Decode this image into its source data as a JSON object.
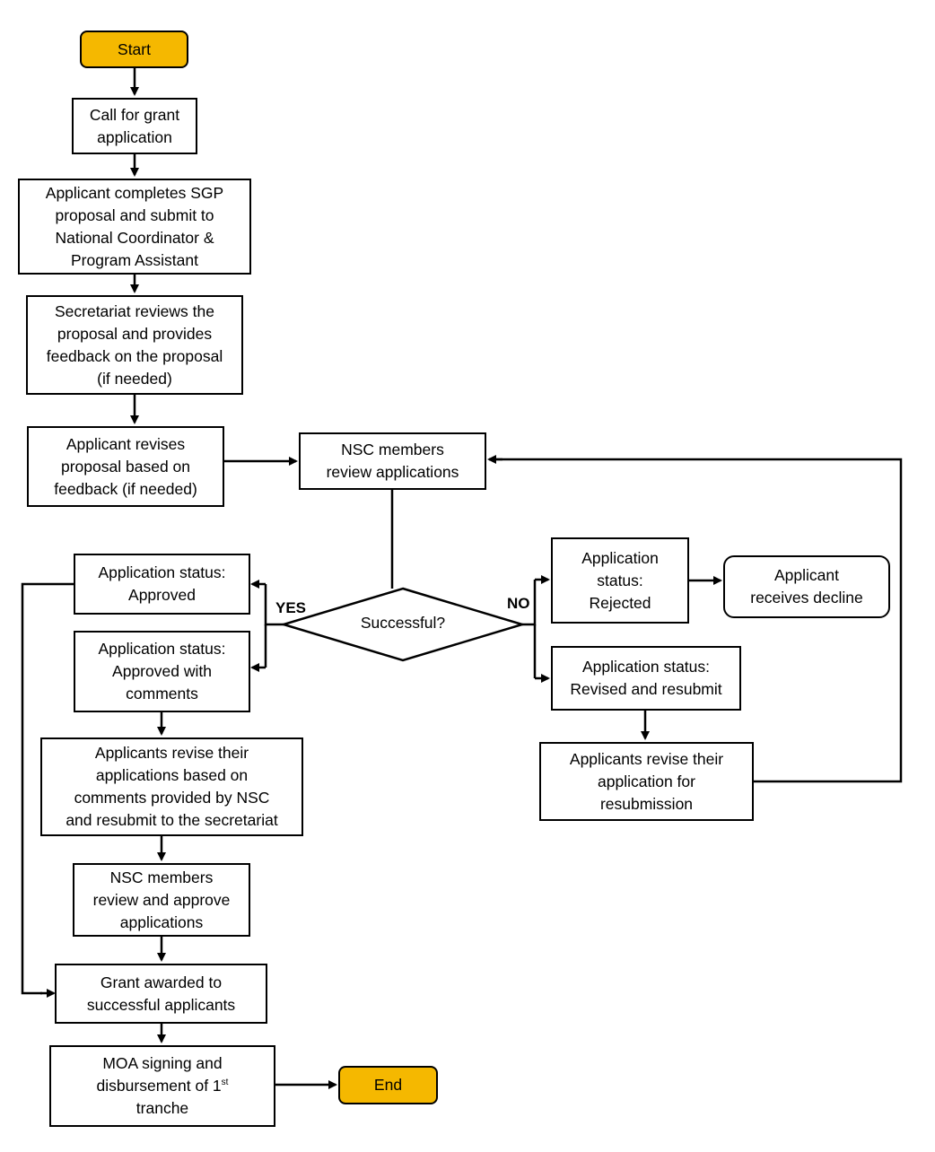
{
  "nodes": {
    "start": "Start",
    "call": "Call for grant\napplication",
    "complete": "Applicant completes SGP\nproposal and submit to\nNational Coordinator &\nProgram Assistant",
    "secretariat": "Secretariat reviews the\nproposal and provides\nfeedback on the proposal\n(if needed)",
    "revise": "Applicant revises\nproposal based on\nfeedback (if needed)",
    "nsc_review": "NSC members\nreview applications",
    "decision": "Successful?",
    "approved": "Application status:\nApproved",
    "approved_comments": "Application status:\nApproved with\ncomments",
    "rejected": "Application\nstatus:\nRejected",
    "decline": "Applicant\nreceives decline",
    "resubmit_status": "Application status:\nRevised and resubmit",
    "revise_resubmission": "Applicants revise their\napplication for\nresubmission",
    "revise_comments": "Applicants revise their\napplications based on\ncomments provided by NSC\nand resubmit to the secretariat",
    "nsc_approve": "NSC members\nreview and approve\napplications",
    "grant": "Grant awarded to\nsuccessful applicants",
    "moa_line1": "MOA signing and",
    "moa_line2a": "disbursement of 1",
    "moa_sup": "st",
    "moa_line3": "tranche",
    "end": "End"
  },
  "labels": {
    "yes": "YES",
    "no": "NO"
  },
  "colors": {
    "terminal_fill": "#f5b800",
    "stroke": "#000000"
  }
}
